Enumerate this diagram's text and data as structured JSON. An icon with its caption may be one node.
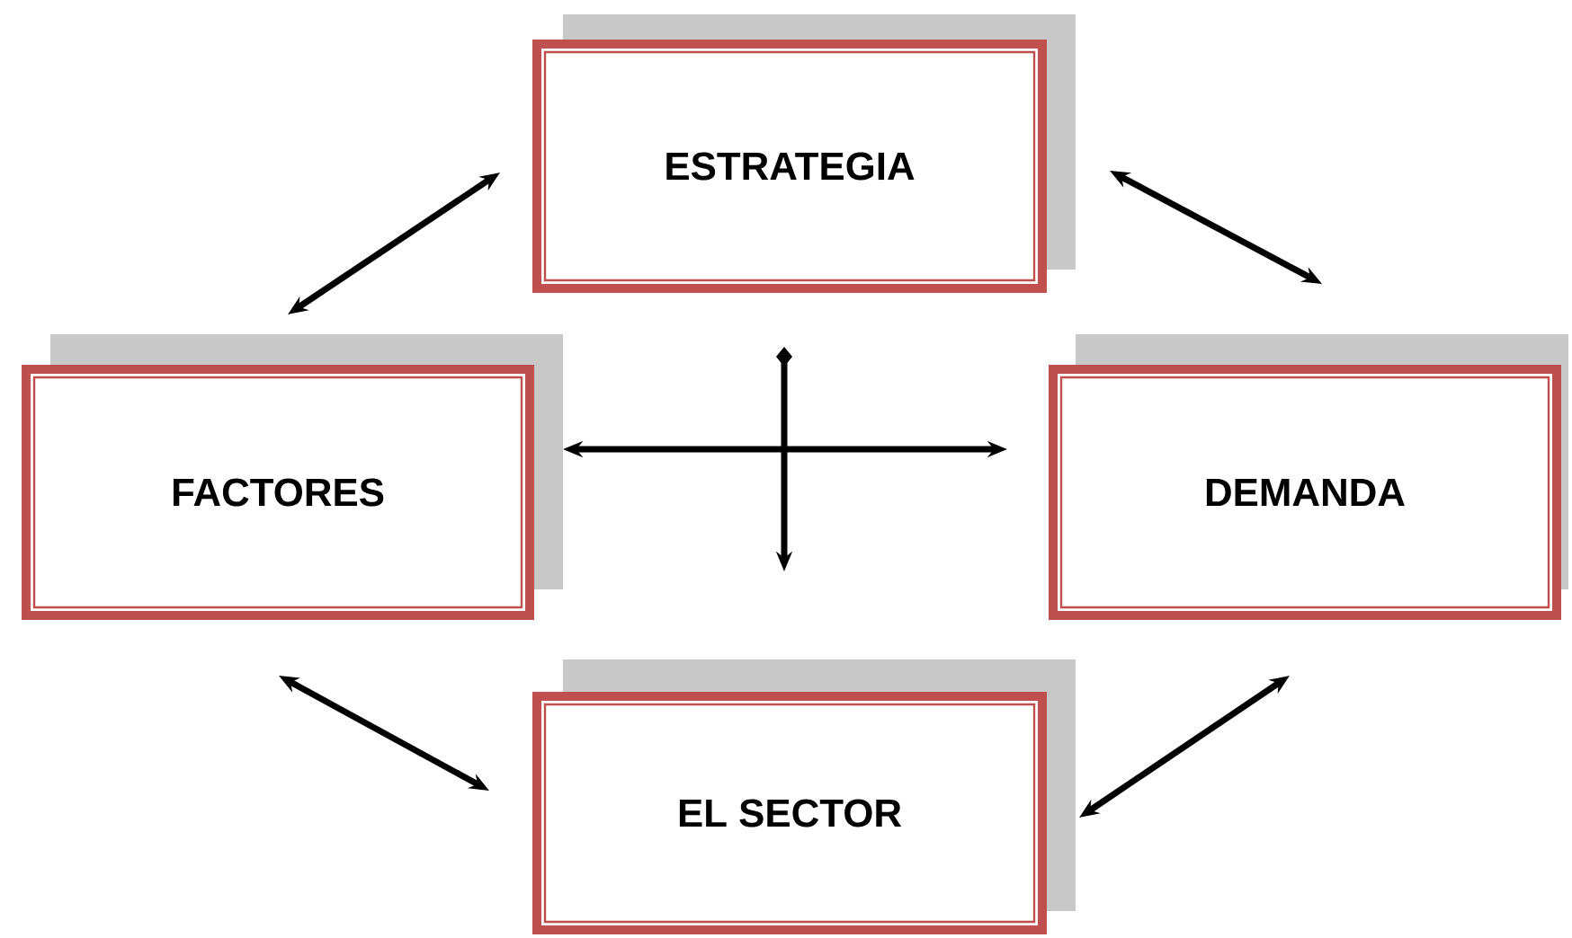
{
  "diagram": {
    "nodes": [
      {
        "text": [
          "ESTRATEGIA"
        ]
      },
      {
        "text": [
          "FACTORES"
        ]
      },
      {
        "text": [
          "DEMANDA"
        ]
      },
      {
        "text": [
          "EL SECTOR"
        ]
      }
    ],
    "edges": [
      {
        "from": 0,
        "to": 1,
        "arrow": "both"
      },
      {
        "from": 0,
        "to": 2,
        "arrow": "both"
      },
      {
        "from": 1,
        "to": 2,
        "arrow": "both"
      },
      {
        "from": 0,
        "to": 3,
        "arrow": "to"
      },
      {
        "from": 1,
        "to": 3,
        "arrow": "both"
      },
      {
        "from": 2,
        "to": 3,
        "arrow": "both"
      }
    ]
  }
}
